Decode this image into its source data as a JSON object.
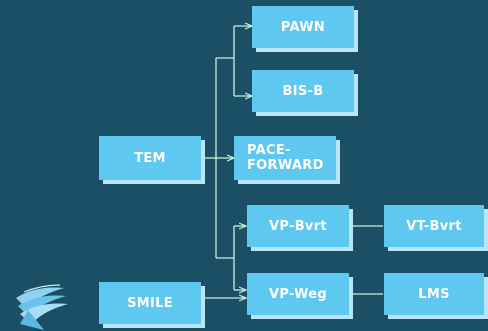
{
  "diagram": {
    "nodes": {
      "pawn": "PAWN",
      "bis_b": "BIS-B",
      "tem": "TEM",
      "pace_forward": "PACE-\nFORWARD",
      "vp_bvrt": "VP-Bvrt",
      "vt_bvrt": "VT-Bvrt",
      "smile": "SMILE",
      "vp_weg": "VP-Weg",
      "lms": "LMS"
    }
  },
  "colors": {
    "background": "#1b4f66",
    "node_fill": "#5fc8f0",
    "node_shadow": "#b9e5f7",
    "connector": "#c8f0dc"
  },
  "logo_icon": "layered-swoosh-logo-icon"
}
